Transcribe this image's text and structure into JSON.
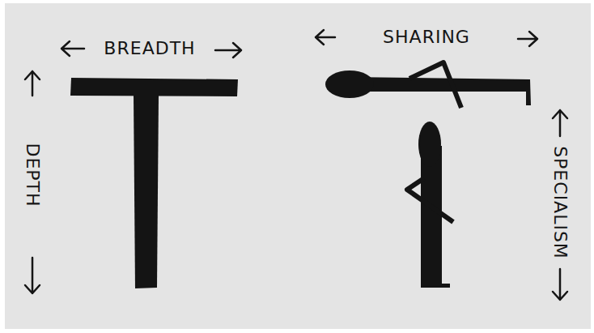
{
  "diagram": {
    "labels": [
      "BREADTH",
      "DEPTH",
      "SHARING",
      "SPECIALISM"
    ]
  }
}
